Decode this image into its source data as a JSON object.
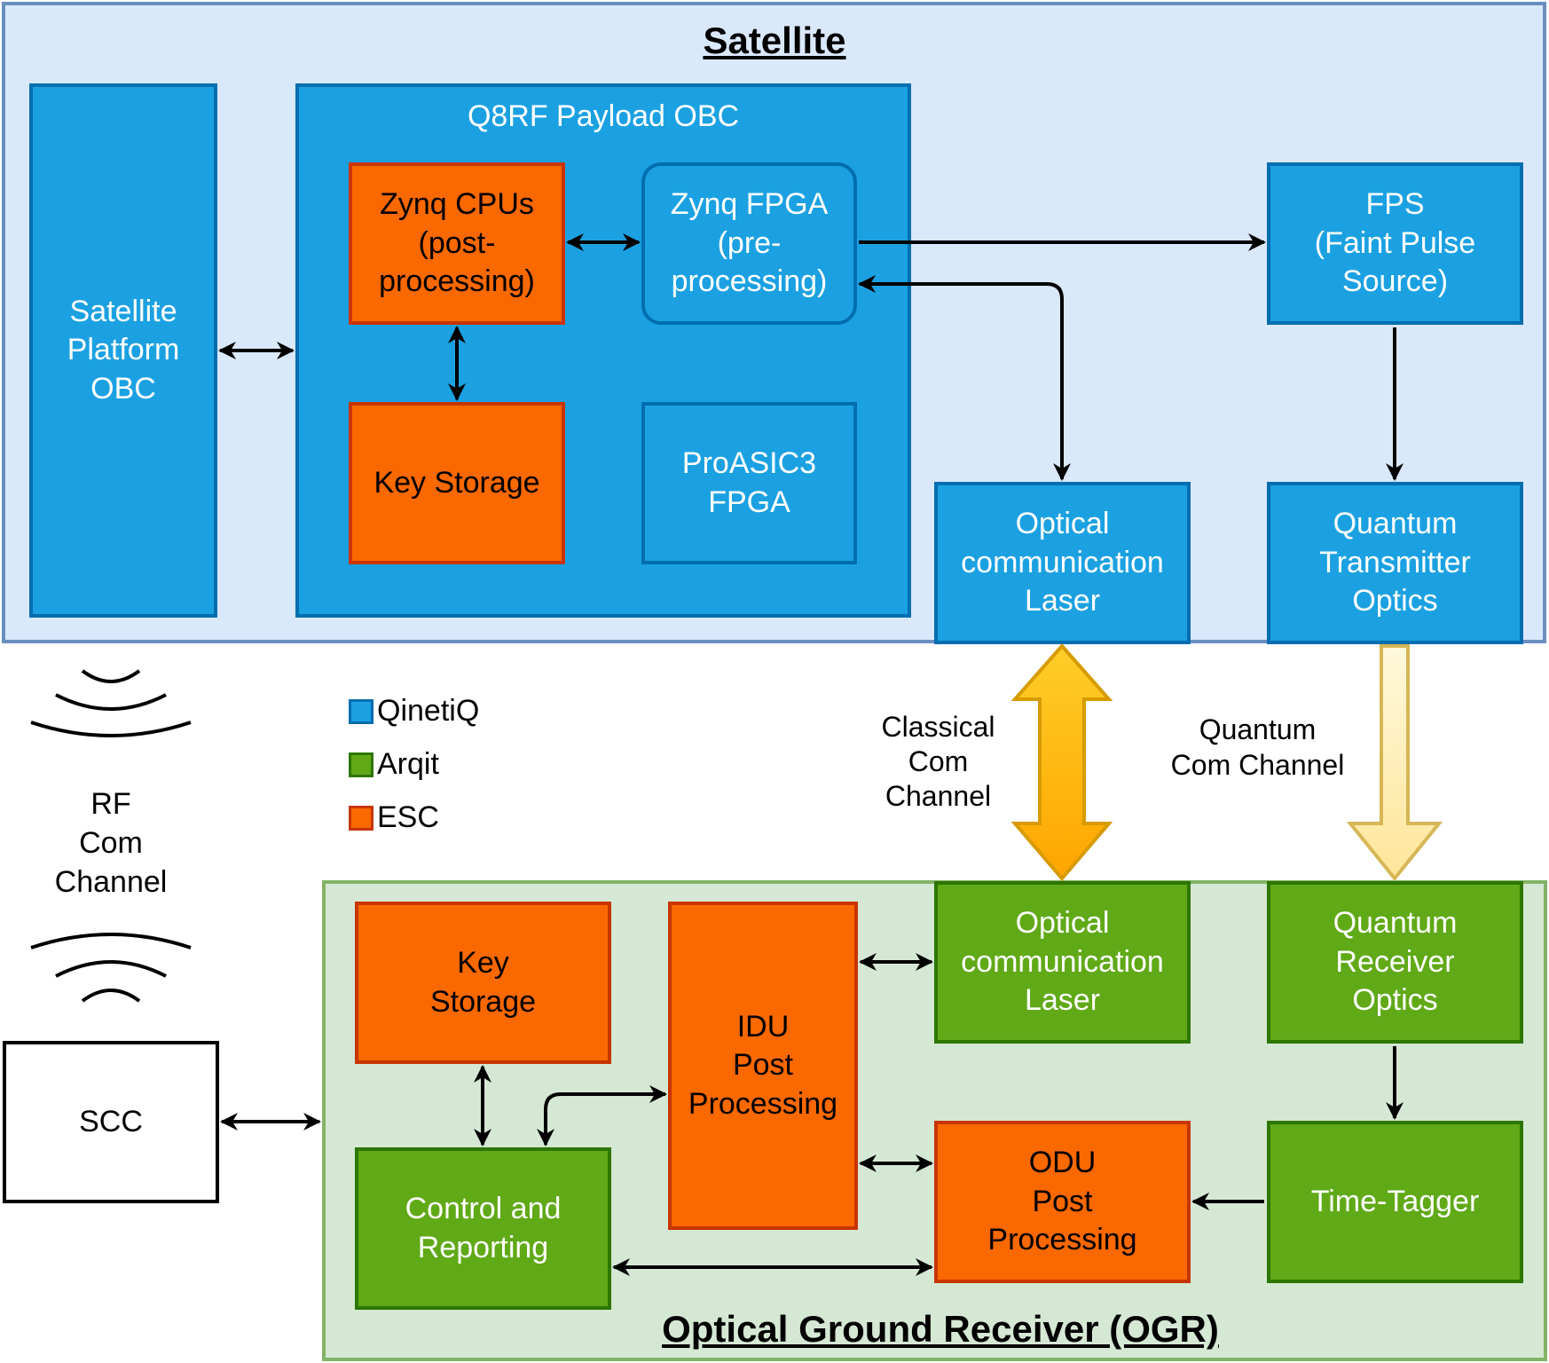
{
  "colors": {
    "qinetiq_fill": "#1ba1e2",
    "qinetiq_stroke": "#006eaf",
    "arqit_fill": "#60a917",
    "arqit_stroke": "#2d7600",
    "esc_fill": "#fa6800",
    "esc_stroke": "#c73500",
    "satellite_region": "#dae8fc",
    "ogr_region": "#d5e8d4",
    "classical_arrow": "#ffa500",
    "quantum_arrow": "#ffe599"
  },
  "satellite": {
    "title": "Satellite",
    "platform_obc": "Satellite\nPlatform\nOBC",
    "payload_obc": "Q8RF Payload OBC",
    "zynq_cpus": "Zynq CPUs\n(post-\nprocessing)",
    "zynq_fpga": "Zynq FPGA\n(pre-\nprocessing)",
    "key_storage": "Key Storage",
    "proasic": "ProASIC3\nFPGA",
    "fps": "FPS\n(Faint Pulse\nSource)",
    "optical_laser": "Optical\ncommunication\nLaser",
    "quantum_tx": "Quantum\nTransmitter\nOptics"
  },
  "links": {
    "rf": "RF\nCom\nChannel",
    "classical": "Classical\nCom\nChannel",
    "quantum": "Quantum\nCom Channel"
  },
  "legend": [
    {
      "label": "QinetiQ",
      "color": "#1ba1e2"
    },
    {
      "label": "Arqit",
      "color": "#60a917"
    },
    {
      "label": "ESC",
      "color": "#fa6800"
    }
  ],
  "scc": "SCC",
  "ogr": {
    "title": "Optical Ground Receiver (OGR)",
    "key_storage": "Key\nStorage",
    "idu": "IDU\nPost\nProcessing",
    "optical_laser": "Optical\ncommunication\nLaser",
    "quantum_rx": "Quantum\nReceiver\nOptics",
    "control": "Control and\nReporting",
    "odu": "ODU\nPost\nProcessing",
    "time_tagger": "Time-Tagger"
  }
}
